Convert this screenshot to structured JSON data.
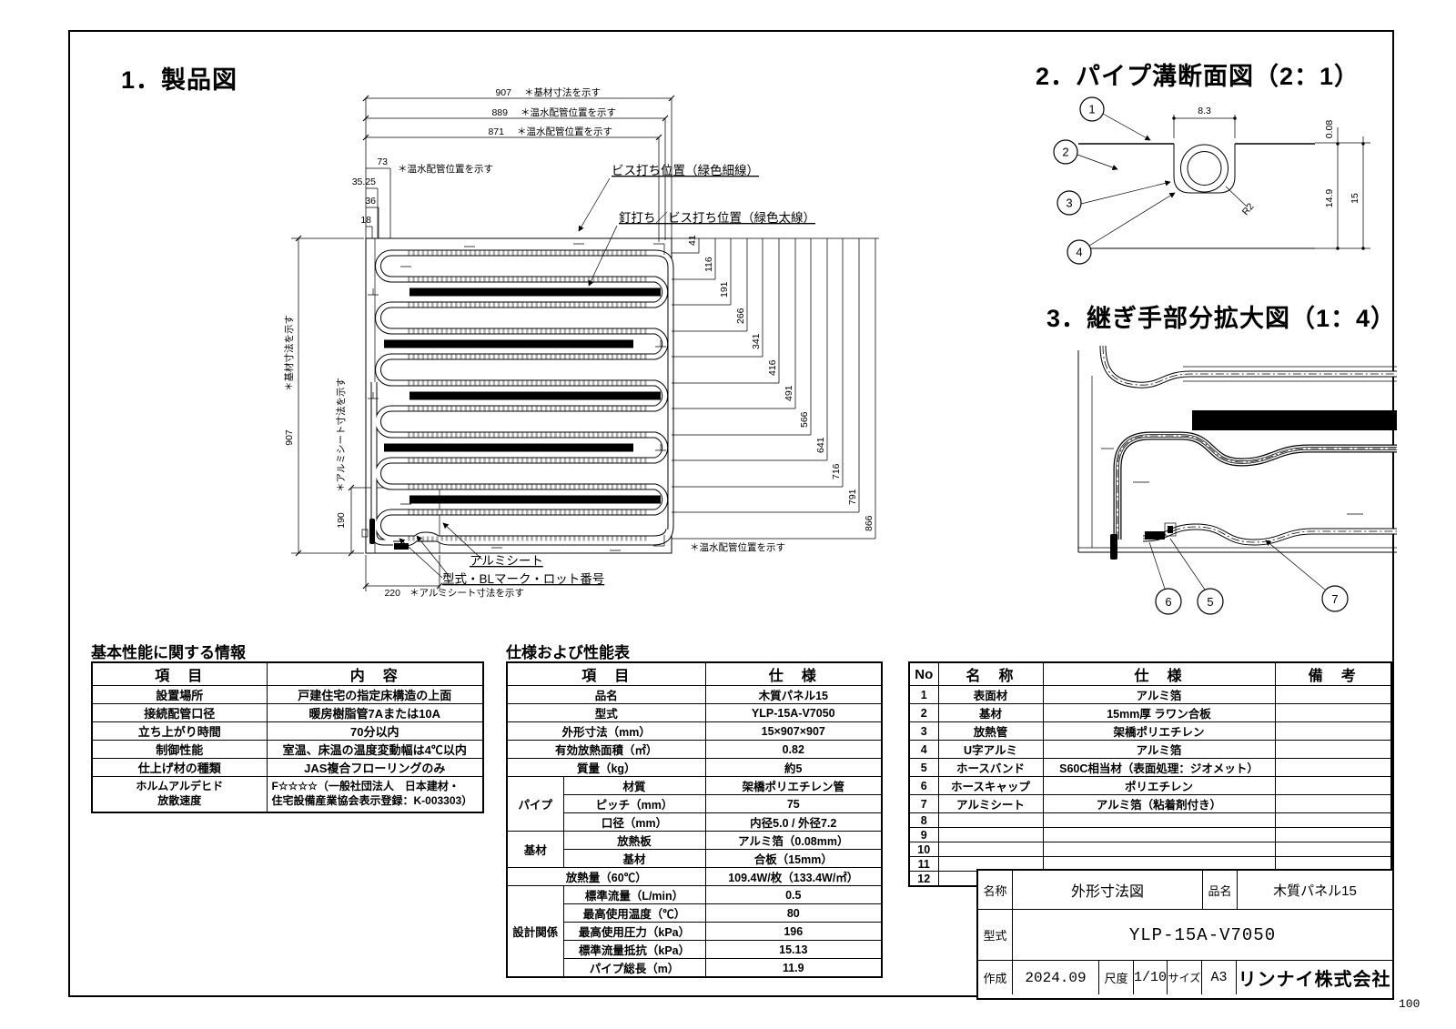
{
  "titles": {
    "s1": "1．製品図",
    "s2": "2．パイプ溝断面図（2：1）",
    "s3": "3．継ぎ手部分拡大図（1：4）"
  },
  "d1": {
    "top_dims": [
      {
        "v": "907",
        "note": "＊基材寸法を示す"
      },
      {
        "v": "889",
        "note": "＊温水配管位置を示す"
      },
      {
        "v": "871",
        "note": "＊温水配管位置を示す"
      }
    ],
    "left_small": [
      {
        "v": "73",
        "note": "＊温水配管位置を示す"
      },
      {
        "v": "35.25"
      },
      {
        "v": "36"
      },
      {
        "v": "18"
      }
    ],
    "left_v": {
      "v": "907",
      "note": "＊基材寸法を示す"
    },
    "sheet_v": {
      "v": "190",
      "note": "＊アルミシート寸法を示す"
    },
    "sheet_h": {
      "v": "220",
      "note": "＊アルミシート寸法を示す"
    },
    "bottom_note": "＊温水配管位置を示す",
    "ladder": [
      "41",
      "116",
      "191",
      "266",
      "341",
      "416",
      "491",
      "566",
      "641",
      "716",
      "791",
      "866"
    ],
    "labels": {
      "screw": "ビス打ち位置（緑色細線）",
      "nail": "釘打ち／ビス打ち位置（緑色太線）",
      "sheet": "アルミシート",
      "model": "型式・BLマーク・ロット番号"
    }
  },
  "d2": {
    "w": "8.3",
    "t": "0.08",
    "d": "14.9",
    "h": "15",
    "r": "R2",
    "b": [
      "1",
      "2",
      "3",
      "4"
    ]
  },
  "d3": {
    "b": [
      "6",
      "5",
      "7"
    ]
  },
  "basic": {
    "title": "基本性能に関する情報",
    "h": [
      "項　目",
      "内　容"
    ],
    "rows": [
      {
        "item": "設置場所",
        "value": "戸建住宅の指定床構造の上面"
      },
      {
        "item": "接続配管口径",
        "value": "暖房樹脂管7Aまたは10A"
      },
      {
        "item": "立ち上がり時間",
        "value": "70分以内"
      },
      {
        "item": "制御性能",
        "value": "室温、床温の温度変動幅は4℃以内"
      },
      {
        "item": "仕上げ材の種類",
        "value": "JAS複合フローリングのみ"
      },
      {
        "item": "ホルムアルデヒド\n放散速度",
        "value": "F☆☆☆☆（一般社団法人　日本建材・\n住宅設備産業協会表示登録：K-003303）"
      }
    ]
  },
  "spec": {
    "title": "仕様および性能表",
    "h": [
      "項　目",
      "仕　様"
    ],
    "groups": {
      "pipe": "パイプ",
      "base": "基材",
      "design": "設計関係"
    },
    "rows": [
      {
        "item": "品名",
        "value": "木質パネル15"
      },
      {
        "item": "型式",
        "value": "YLP-15A-V7050"
      },
      {
        "item": "外形寸法（mm）",
        "value": "15×907×907"
      },
      {
        "item": "有効放熱面積（㎡）",
        "value": "0.82"
      },
      {
        "item": "質量（kg）",
        "value": "約5"
      },
      {
        "item": "材質",
        "value": "架橋ポリエチレン管"
      },
      {
        "item": "ピッチ（mm）",
        "value": "75"
      },
      {
        "item": "口径（mm）",
        "value": "内径5.0 / 外径7.2"
      },
      {
        "item": "放熱板",
        "value": "アルミ箔（0.08mm）"
      },
      {
        "item": "基材",
        "value": "合板（15mm）"
      },
      {
        "item": "放熱量（60℃）",
        "value": "109.4W/枚（133.4W/㎡）"
      },
      {
        "item": "標準流量（L/min）",
        "value": "0.5"
      },
      {
        "item": "最高使用温度（℃）",
        "value": "80"
      },
      {
        "item": "最高使用圧力（kPa）",
        "value": "196"
      },
      {
        "item": "標準流量抵抗（kPa）",
        "value": "15.13"
      },
      {
        "item": "パイプ総長（m）",
        "value": "11.9"
      }
    ]
  },
  "parts": {
    "h": [
      "No",
      "名　称",
      "仕　様",
      "備　考"
    ],
    "rows": [
      {
        "no": "1",
        "name": "表面材",
        "spec": "アルミ箔",
        "note": ""
      },
      {
        "no": "2",
        "name": "基材",
        "spec": "15mm厚 ラワン合板",
        "note": ""
      },
      {
        "no": "3",
        "name": "放熱管",
        "spec": "架橋ポリエチレン",
        "note": ""
      },
      {
        "no": "4",
        "name": "U字アルミ",
        "spec": "アルミ箔",
        "note": ""
      },
      {
        "no": "5",
        "name": "ホースバンド",
        "spec": "S60C相当材（表面処理：ジオメット）",
        "note": ""
      },
      {
        "no": "6",
        "name": "ホースキャップ",
        "spec": "ポリエチレン",
        "note": ""
      },
      {
        "no": "7",
        "name": "アルミシート",
        "spec": "アルミ箔（粘着剤付き）",
        "note": ""
      },
      {
        "no": "8",
        "name": "",
        "spec": "",
        "note": ""
      },
      {
        "no": "9",
        "name": "",
        "spec": "",
        "note": ""
      },
      {
        "no": "10",
        "name": "",
        "spec": "",
        "note": ""
      },
      {
        "no": "11",
        "name": "",
        "spec": "",
        "note": ""
      },
      {
        "no": "12",
        "name": "",
        "spec": "",
        "note": ""
      }
    ]
  },
  "tb": {
    "l_name": "名称",
    "v_name": "外形寸法図",
    "l_pn": "品名",
    "v_pn": "木質パネル15",
    "l_model": "型式",
    "v_model": "YLP-15A-V7050",
    "l_made": "作成",
    "v_made": "2024.09",
    "l_scale": "尺度",
    "v_scale": "1/10",
    "l_size": "サイズ",
    "v_size": "A3",
    "company": "リンナイ株式会社"
  },
  "page": "100"
}
